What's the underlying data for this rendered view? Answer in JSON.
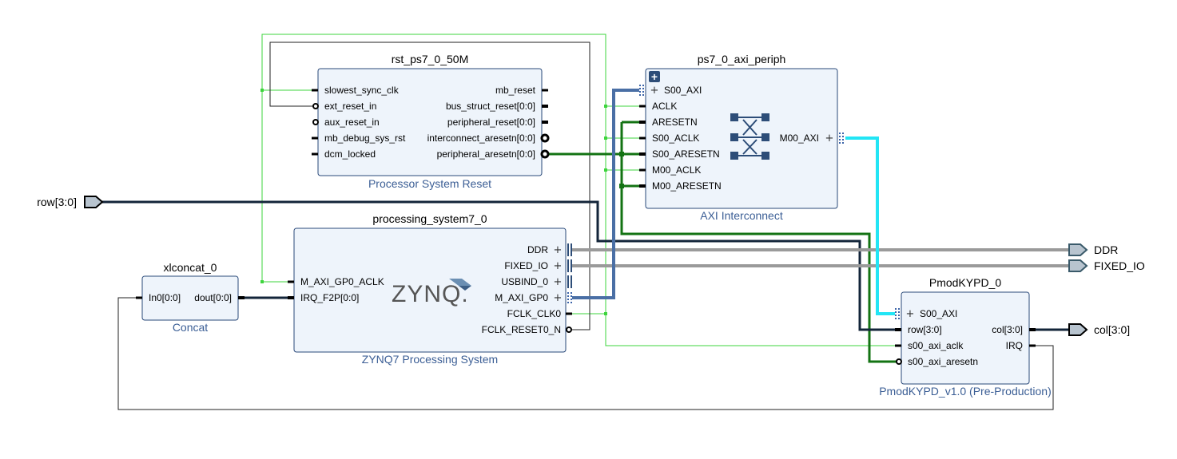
{
  "blocks": {
    "rst": {
      "name": "rst_ps7_0_50M",
      "type": "Processor System Reset",
      "inputs": [
        "slowest_sync_clk",
        "ext_reset_in",
        "aux_reset_in",
        "mb_debug_sys_rst",
        "dcm_locked"
      ],
      "outputs": [
        "mb_reset",
        "bus_struct_reset[0:0]",
        "peripheral_reset[0:0]",
        "interconnect_aresetn[0:0]",
        "peripheral_aresetn[0:0]"
      ]
    },
    "axi": {
      "name": "ps7_0_axi_periph",
      "type": "AXI Interconnect",
      "inputs": [
        "S00_AXI",
        "ACLK",
        "ARESETN",
        "S00_ACLK",
        "S00_ARESETN",
        "M00_ACLK",
        "M00_ARESETN"
      ],
      "outputs": [
        "M00_AXI"
      ],
      "expand_glyph": "+"
    },
    "ps7": {
      "name": "processing_system7_0",
      "type": "ZYNQ7 Processing System",
      "logo": "ZYNQ.",
      "inputs": [
        "M_AXI_GP0_ACLK",
        "IRQ_F2P[0:0]"
      ],
      "outputs": [
        "DDR",
        "FIXED_IO",
        "USBIND_0",
        "M_AXI_GP0",
        "FCLK_CLK0",
        "FCLK_RESET0_N"
      ]
    },
    "concat": {
      "name": "xlconcat_0",
      "type": "Concat",
      "inputs": [
        "In0[0:0]"
      ],
      "outputs": [
        "dout[0:0]"
      ]
    },
    "kypd": {
      "name": "PmodKYPD_0",
      "type": "PmodKYPD_v1.0 (Pre-Production)",
      "inputs": [
        "S00_AXI",
        "row[3:0]",
        "s00_axi_aclk",
        "s00_axi_aresetn"
      ],
      "outputs": [
        "col[3:0]",
        "IRQ"
      ]
    }
  },
  "external_ports": {
    "row": "row[3:0]",
    "ddr": "DDR",
    "fixed_io": "FIXED_IO",
    "col": "col[3:0]"
  },
  "colors": {
    "block_fill": "#eef4fb",
    "block_border": "#2a4a7a",
    "subtitle": "#3b5e95",
    "clock_net": "#3dd43d",
    "reset_net": "#137313",
    "bus_net": "#9a9a9a",
    "axi_net": "#4a6fa5",
    "axi_out_net": "#22e5f5"
  }
}
